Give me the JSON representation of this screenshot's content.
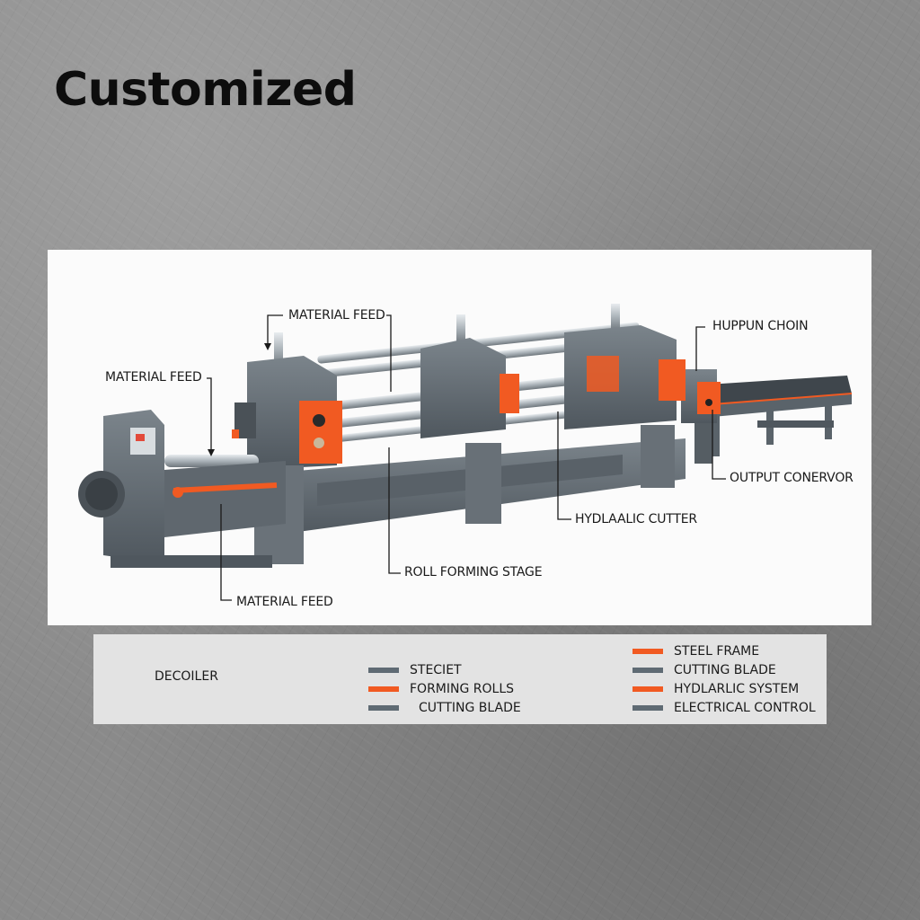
{
  "title": "Customized",
  "colors": {
    "accent_orange": "#f15a22",
    "steel_gray": "#5f6b74",
    "frame_gray": "#6a7279",
    "panel_bg": "#fbfbfb",
    "legend_bg": "#e3e3e3"
  },
  "diagram": {
    "subject": "roll forming machine",
    "callouts": [
      {
        "label": "MATERIAL FEED",
        "position": "top-center"
      },
      {
        "label": "MATERIAL FEED",
        "position": "left"
      },
      {
        "label": "HUPPUN CHOIN",
        "position": "top-right"
      },
      {
        "label": "OUTPUT CONERVOR",
        "position": "right"
      },
      {
        "label": "HYDLAALIC CUTTER",
        "position": "lower-right"
      },
      {
        "label": "ROLL FORMING STAGE",
        "position": "bottom-center"
      },
      {
        "label": "MATERIAL FEED",
        "position": "bottom-left"
      }
    ]
  },
  "legend": {
    "heading": "DECOILER",
    "column1": [
      {
        "label": "STECIET",
        "color": "#5f6b74"
      },
      {
        "label": "FORMING ROLLS",
        "color": "#f15a22"
      },
      {
        "label": "CUTTING BLADE",
        "color": "#5f6b74"
      }
    ],
    "column2": [
      {
        "label": "STEEL FRAME",
        "color": "#f15a22"
      },
      {
        "label": "CUTTING BLADE",
        "color": "#5f6b74"
      },
      {
        "label": "HYDLARLIC SYSTEM",
        "color": "#f15a22"
      },
      {
        "label": "ELECTRICAL CONTROL",
        "color": "#5f6b74"
      }
    ]
  }
}
